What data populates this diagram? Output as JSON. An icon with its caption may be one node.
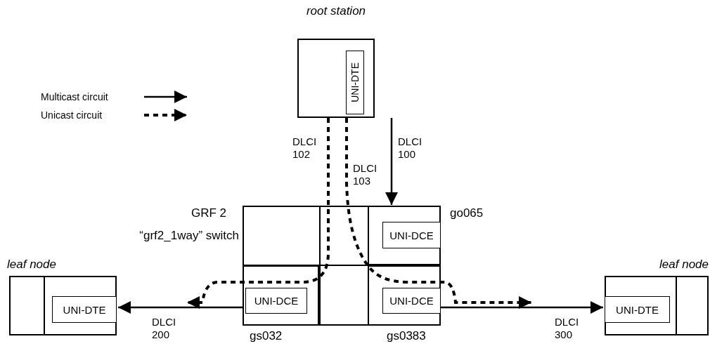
{
  "diagram": {
    "nodes": [
      {
        "text": [
          "root station"
        ]
      },
      {
        "text": [
          "UNI-DTE"
        ],
        "in": 0
      },
      {
        "text": [
          "GRF 2",
          "“grf2_1way” switch"
        ]
      },
      {
        "text": [
          "go065"
        ],
        "in": 2
      },
      {
        "text": [
          "UNI-DCE"
        ],
        "in": 3
      },
      {
        "text": [
          "gs032"
        ],
        "in": 2
      },
      {
        "text": [
          "UNI-DCE"
        ],
        "in": 5
      },
      {
        "text": [
          "gs0383"
        ],
        "in": 2
      },
      {
        "text": [
          "UNI-DCE"
        ],
        "in": 7
      },
      {
        "text": [
          "leaf node"
        ]
      },
      {
        "text": [
          "UNI-DTE"
        ],
        "in": 9
      },
      {
        "text": [
          "leaf node"
        ]
      },
      {
        "text": [
          "UNI-DTE"
        ],
        "in": 11
      }
    ],
    "edges": [
      {
        "from": 0,
        "to": 3,
        "arrow": "to",
        "label": "DLCI 100"
      },
      {
        "from": 0,
        "to": null,
        "arrow": "to",
        "label": "DLCI 102",
        "style": "dashed"
      },
      {
        "from": 0,
        "to": null,
        "arrow": "to",
        "label": "DLCI 103",
        "style": "dashed"
      },
      {
        "from": 5,
        "to": 10,
        "arrow": "to",
        "label": "DLCI 200"
      },
      {
        "from": 7,
        "to": 12,
        "arrow": "to",
        "label": "DLCI 300"
      }
    ],
    "legend": [
      {
        "text": "Multicast circuit"
      },
      {
        "text": "Unicast circuit"
      }
    ]
  }
}
